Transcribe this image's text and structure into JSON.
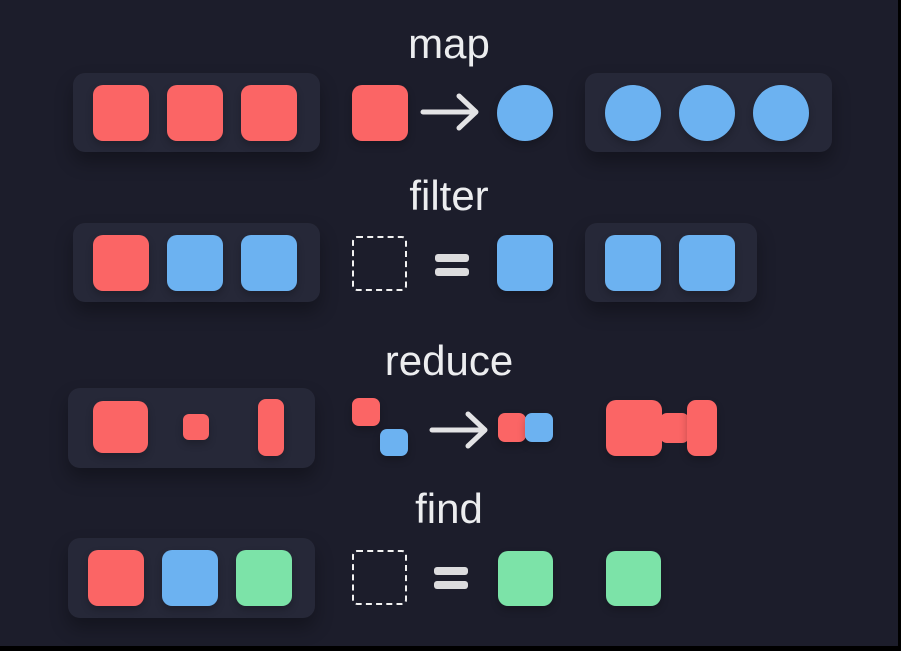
{
  "diagram": {
    "rows": [
      {
        "label": "map",
        "input": [
          "red-square",
          "red-square",
          "red-square"
        ],
        "operation": "red-square transforms-to blue-circle",
        "output": [
          "blue-circle",
          "blue-circle",
          "blue-circle"
        ]
      },
      {
        "label": "filter",
        "input": [
          "red-square",
          "blue-square",
          "blue-square"
        ],
        "operation": "placeholder equals blue-square",
        "output": [
          "blue-square",
          "blue-square"
        ]
      },
      {
        "label": "reduce",
        "input": [
          "large-red-square",
          "small-red-square",
          "tall-red-rectangle"
        ],
        "operation": "red-square plus blue-square transforms-to combined-pair",
        "output": [
          "merged-red-shape"
        ]
      },
      {
        "label": "find",
        "input": [
          "red-square",
          "blue-square",
          "green-square"
        ],
        "operation": "placeholder equals green-square",
        "output": [
          "green-square"
        ]
      }
    ],
    "colors": {
      "background": "#1c1d2b",
      "frame": "#000000",
      "container": "#262838",
      "red": "#fb6565",
      "blue": "#6cb2f1",
      "green": "#7ce3a8",
      "title_text": "#ecedef",
      "arrow": "#e3e3e5",
      "equals": "#dcdcde",
      "dash": "#f2f2f2"
    }
  }
}
